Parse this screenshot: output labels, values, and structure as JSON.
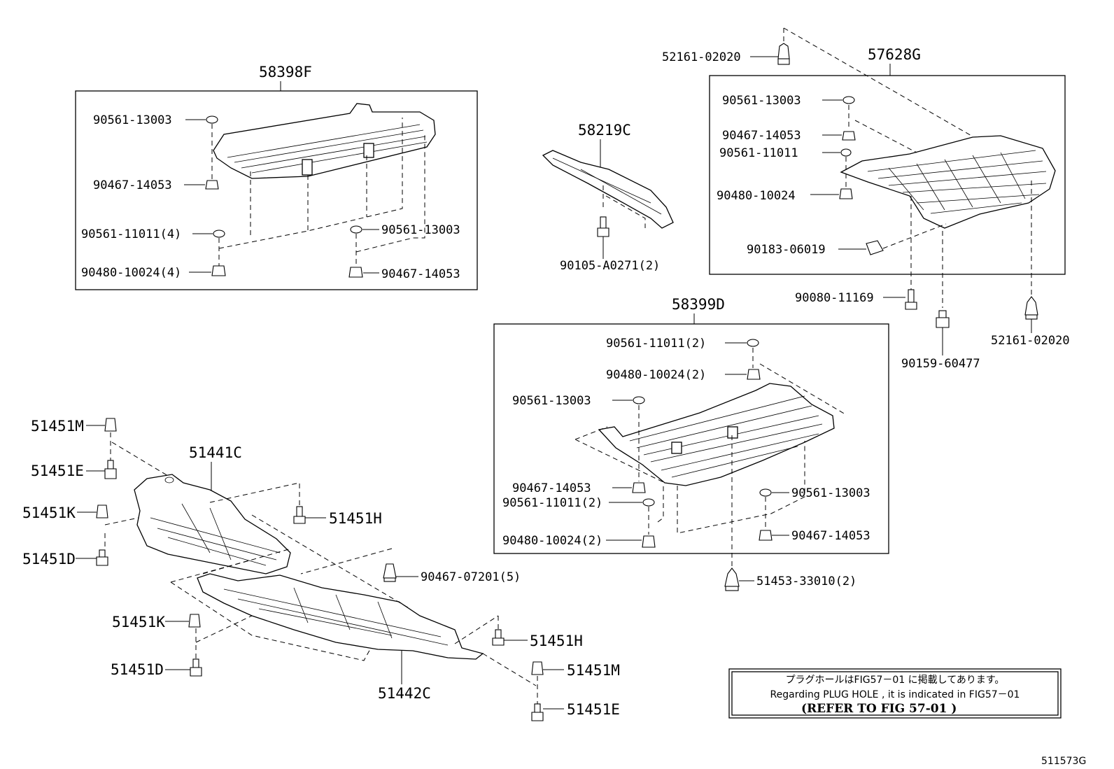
{
  "groups": {
    "g58398F": "58398F",
    "g57628G": "57628G",
    "g58219C": "58219C",
    "g58399D": "58399D",
    "g51441C": "51441C",
    "g51442C": "51442C"
  },
  "box58398F": {
    "a": "90561-13003",
    "b": "90467-14053",
    "c": "90561-11011(4)",
    "d": "90480-10024(4)",
    "e": "90561-13003",
    "f": "90467-14053"
  },
  "box57628G": {
    "a": "90561-13003",
    "b": "90467-14053",
    "c": "90561-11011",
    "d": "90480-10024",
    "e": "90183-06019"
  },
  "outside57628G": {
    "top": "52161-02020",
    "a": "90080-11169",
    "b": "90159-60477",
    "c": "52161-02020"
  },
  "part58219C": {
    "bolt": "90105-A0271(2)"
  },
  "box58399D": {
    "a": "90561-11011(2)",
    "b": "90480-10024(2)",
    "c": "90561-13003",
    "d": "90467-14053",
    "e": "90561-11011(2)",
    "f": "90480-10024(2)",
    "g": "90561-13003",
    "h": "90467-14053"
  },
  "below58399D": {
    "a": "51453-33010(2)"
  },
  "frontCover": {
    "m1": "51451M",
    "e1": "51451E",
    "k1": "51451K",
    "d1": "51451D",
    "h1": "51451H",
    "clip": "90467-07201(5)",
    "k2": "51451K",
    "d2": "51451D",
    "h2": "51451H",
    "m2": "51451M",
    "e2": "51451E"
  },
  "note": {
    "jp": "プラグホールはFIG57－01 に掲載してあります。",
    "en": "Regarding PLUG HOLE , it is indicated in FIG57－01",
    "ref": "(REFER TO FIG   57-01    )"
  },
  "figure_id": "511573G"
}
